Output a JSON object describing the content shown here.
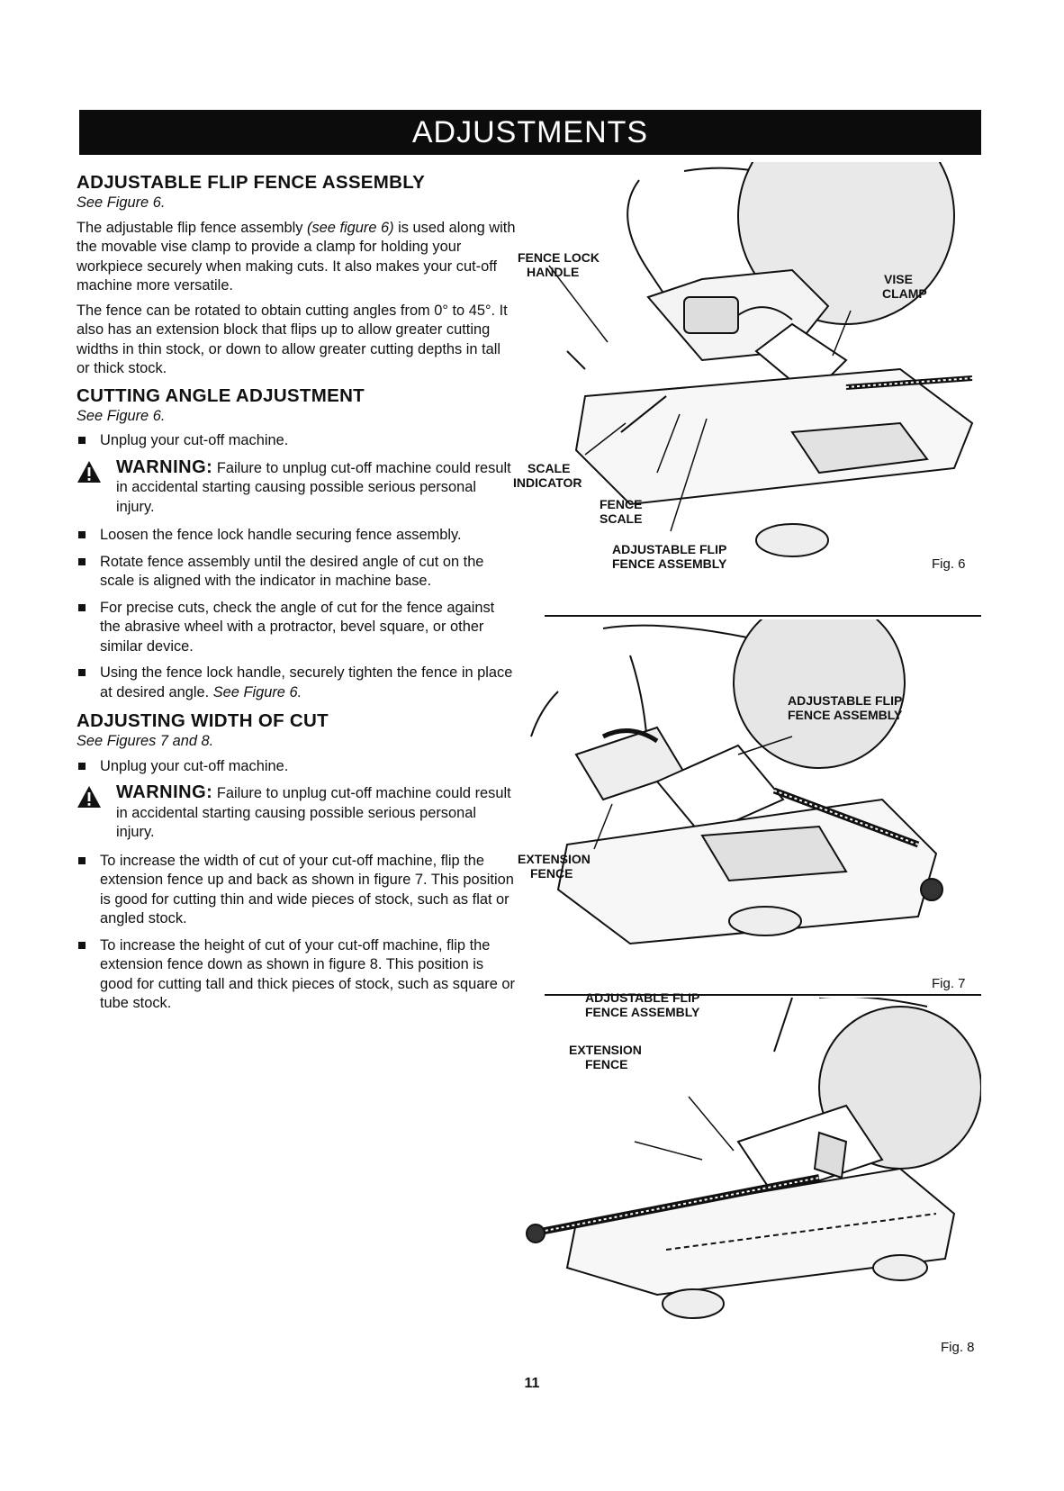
{
  "banner": "ADJUSTMENTS",
  "sections": {
    "flip_fence": {
      "heading": "ADJUSTABLE FLIP FENCE ASSEMBLY",
      "see": "See Figure 6.",
      "p1_a": "The adjustable flip fence assembly ",
      "p1_em": "(see figure 6)",
      "p1_b": " is used along with the movable vise clamp to provide a clamp for holding your workpiece securely when making cuts. It also makes your cut-off machine more versatile.",
      "p2": "The fence can be rotated to obtain cutting angles from 0° to 45°. It also has an extension block that flips up to allow greater cutting widths in thin stock, or down to allow greater cutting depths in tall or thick stock."
    },
    "cutting_angle": {
      "heading": "CUTTING ANGLE ADJUSTMENT",
      "see": "See Figure 6.",
      "b1": "Unplug your cut-off machine.",
      "warn_label": "WARNING:",
      "warn_text": " Failure to unplug cut-off machine could result in accidental starting causing possible serious personal injury.",
      "b2": "Loosen the fence lock handle securing fence assembly.",
      "b3": "Rotate fence assembly until the desired angle of cut on the scale is aligned with the indicator in machine base.",
      "b4": "For precise cuts, check the angle of cut for the fence against the abrasive wheel with a protractor, bevel square, or other similar device.",
      "b5_a": "Using the fence lock handle, securely tighten the fence in place at desired angle. ",
      "b5_em": "See Figure 6."
    },
    "width_of_cut": {
      "heading": "ADJUSTING WIDTH OF CUT",
      "see": "See Figures 7 and 8.",
      "b1": "Unplug your cut-off machine.",
      "warn_label": "WARNING:",
      "warn_text": " Failure to unplug cut-off machine could result in accidental starting causing possible serious personal injury.",
      "b2": "To increase the width of cut of your cut-off machine, flip the extension fence up and back as shown in figure 7. This position is good for cutting thin and wide pieces of stock, such as flat or angled stock.",
      "b3": "To increase the height of cut of your cut-off machine, flip the extension fence down as shown in figure 8. This position is good for cutting tall and thick pieces of stock, such as square or tube stock."
    }
  },
  "figures": {
    "fig6": {
      "label": "Fig. 6",
      "callouts": {
        "fence_lock_1": "FENCE LOCK",
        "fence_lock_2": "HANDLE",
        "vise_1": "VISE",
        "vise_2": "CLAMP",
        "scale_ind_1": "SCALE",
        "scale_ind_2": "INDICATOR",
        "fence_scale_1": "FENCE",
        "fence_scale_2": "SCALE",
        "flip_1": "ADJUSTABLE FLIP",
        "flip_2": "FENCE ASSEMBLY"
      }
    },
    "fig7": {
      "label": "Fig. 7",
      "callouts": {
        "flip_1": "ADJUSTABLE FLIP",
        "flip_2": "FENCE ASSEMBLY",
        "ext_1": "EXTENSION",
        "ext_2": "FENCE"
      }
    },
    "fig8": {
      "label": "Fig. 8",
      "callouts": {
        "flip_1": "ADJUSTABLE FLIP",
        "flip_2": "FENCE ASSEMBLY",
        "ext_1": "EXTENSION",
        "ext_2": "FENCE"
      }
    }
  },
  "page_number": "11"
}
